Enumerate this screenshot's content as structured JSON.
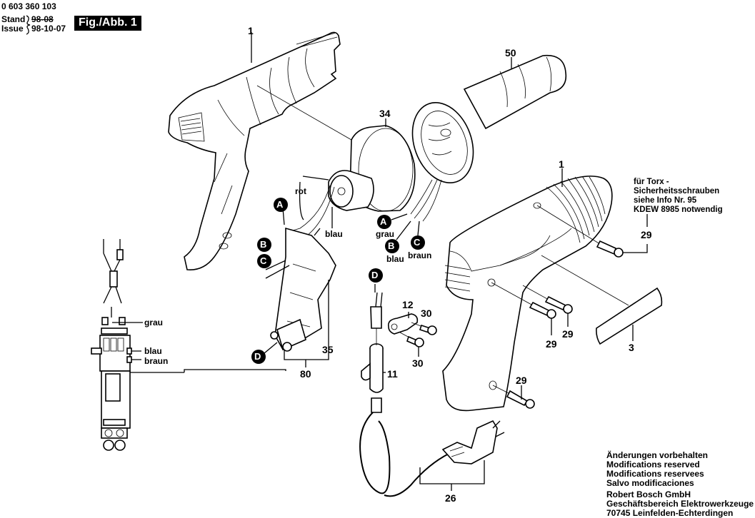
{
  "header": {
    "part_number": "0 603 360 103",
    "stand_label": "Stand",
    "stand_value_struck": "98-08",
    "issue_label": "Issue",
    "issue_value": "98-10-07",
    "figure_label": "Fig./Abb. 1"
  },
  "part_labels": {
    "housing_left": "1",
    "housing_right": "1",
    "fan_unit": "34",
    "nozzle": "50",
    "screw_top": "29",
    "screw_mid_a": "29",
    "screw_mid_b": "29",
    "screw_bottom": "29",
    "nameplate": "3",
    "clamp": "12",
    "screw_clamp_a": "30",
    "screw_clamp_b": "30",
    "cord_guard": "11",
    "switch": "35",
    "switch_assembly": "80",
    "power_cord": "26"
  },
  "connector_badges": {
    "a_left": "A",
    "b_left": "B",
    "c_left": "C",
    "a_right": "A",
    "b_right": "B",
    "c_right": "C",
    "d_switch": "D",
    "d_cord": "D"
  },
  "wire_labels": {
    "rot": "rot",
    "blau_motor": "blau",
    "grau_right": "grau",
    "blau_right": "blau",
    "braun_right": "braun",
    "grau_schematic": "grau",
    "blau_schematic": "blau",
    "braun_schematic": "braun"
  },
  "torx_note": {
    "line1": "für Torx -",
    "line2": "Sicherheitsschrauben",
    "line3": "siehe Info Nr. 95",
    "line4": "KDEW 8985 notwendig"
  },
  "footer": {
    "line1": "Änderungen vorbehalten",
    "line2": "Modifications reserved",
    "line3": "Modifications reservees",
    "line4": "Salvo modificaciones",
    "company": "Robert Bosch GmbH",
    "division": "Geschäftsbereich Elektrowerkzeuge",
    "address": "70745 Leinfelden-Echterdingen"
  }
}
